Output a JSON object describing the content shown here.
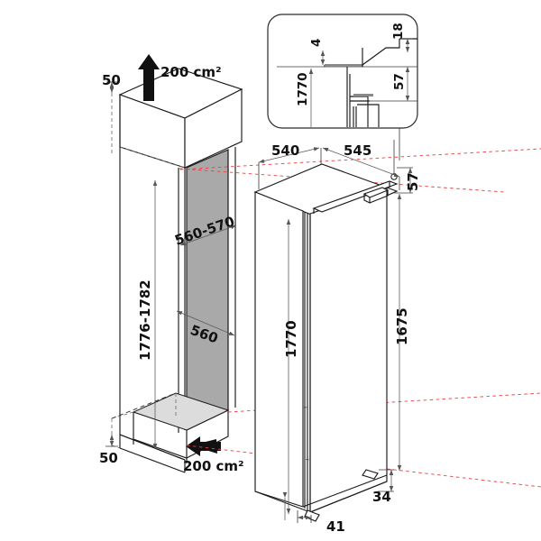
{
  "diagram": {
    "title": "Built-in refrigerator niche installation drawing",
    "type": "technical-line-drawing",
    "units": "mm",
    "colors": {
      "line": "#1a1a1a",
      "dimension_line": "#555555",
      "gray_fill": "#a9a9a9",
      "light_gray_fill": "#dcdcdc",
      "red_guide": "#e8403a",
      "background": "#ffffff"
    },
    "cabinet": {
      "top_gap_label": "50",
      "top_vent_label": "200 cm²",
      "top_vent_sup": "2",
      "bottom_gap_label": "50",
      "bottom_vent_label": "200 cm²",
      "bottom_vent_sup": "2",
      "niche_height_label": "1776-1782",
      "niche_width_label": "560-570",
      "niche_depth_label": "560"
    },
    "appliance": {
      "top_depth_left_label": "540",
      "top_depth_right_label": "545",
      "top_offset_label": "57",
      "body_height_label": "1770",
      "door_height_label": "1675",
      "foot_rear_label": "34",
      "foot_front_label": "41"
    },
    "inset": {
      "name": "hinge-detail-callout",
      "labels": {
        "gap_label": "4",
        "overlay_label": "18",
        "body_height_label": "1770",
        "top_offset_label": "57"
      }
    },
    "labels": [
      {
        "id": "top-gap",
        "text": "50"
      },
      {
        "id": "top-vent",
        "text": "200 cm²"
      },
      {
        "id": "niche-width",
        "text": "560-570"
      },
      {
        "id": "niche-height",
        "text": "1776-1782"
      },
      {
        "id": "niche-depth",
        "text": "560"
      },
      {
        "id": "bottom-gap",
        "text": "50"
      },
      {
        "id": "bottom-vent",
        "text": "200 cm²"
      },
      {
        "id": "appliance-top-left",
        "text": "540"
      },
      {
        "id": "appliance-top-right",
        "text": "545"
      },
      {
        "id": "appliance-top-offset",
        "text": "57"
      },
      {
        "id": "appliance-height",
        "text": "1770"
      },
      {
        "id": "door-height",
        "text": "1675"
      },
      {
        "id": "foot-rear",
        "text": "34"
      },
      {
        "id": "foot-front",
        "text": "41"
      },
      {
        "id": "inset-gap",
        "text": "4"
      },
      {
        "id": "inset-overlay",
        "text": "18"
      },
      {
        "id": "inset-height",
        "text": "1770"
      },
      {
        "id": "inset-offset",
        "text": "57"
      }
    ]
  }
}
